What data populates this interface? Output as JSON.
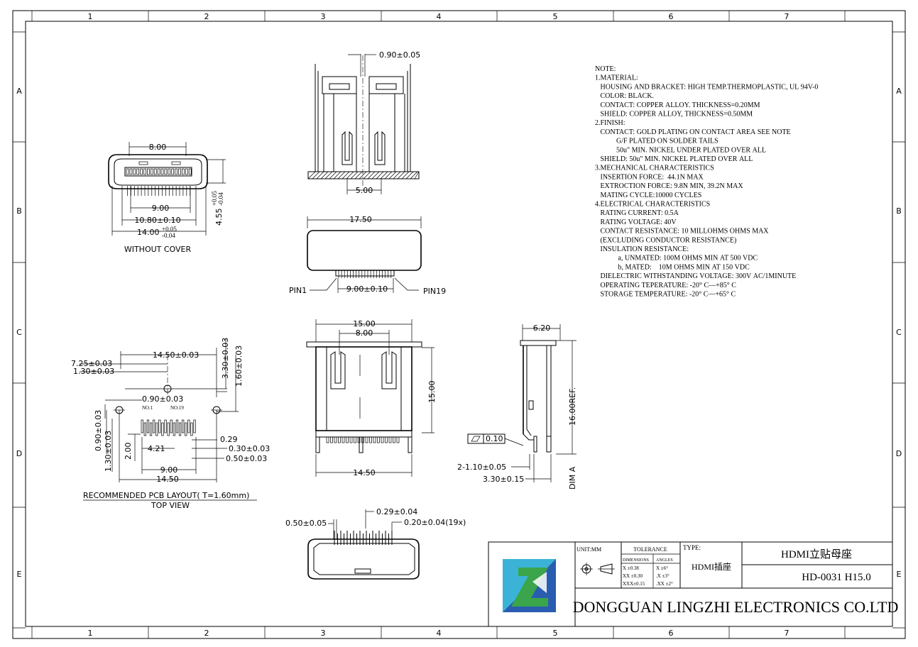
{
  "zones": {
    "cols": [
      "1",
      "2",
      "3",
      "4",
      "5",
      "6",
      "7"
    ],
    "rows": [
      "A",
      "B",
      "C",
      "D",
      "E"
    ]
  },
  "views": {
    "top_view": {
      "dims": [
        "8.00",
        "9.00",
        "10.80±0.10",
        "14.00",
        "+0.05",
        "-0.04",
        "4.55",
        "+0.05",
        "-0.04"
      ],
      "caption": "WITHOUT COVER"
    },
    "side_top": {
      "dims": [
        "0.90±0.05",
        "5.00"
      ]
    },
    "front": {
      "dims": [
        "17.50",
        "9.00±0.10"
      ],
      "pin_left": "PIN1",
      "pin_right": "PIN19"
    },
    "pcb": {
      "dims": [
        "14.50±0.03",
        "7.25±0.03",
        "1.30±0.03",
        "3.30±0.03",
        "1.60±0.03",
        "0.90±0.03",
        "0.90±0.03",
        "1.30±0.03",
        "2.00",
        "4.21",
        "0.29",
        "0.30±0.03",
        "0.50±0.03",
        "9.00",
        "14.50"
      ],
      "no1": "NO.1",
      "no19": "NO.19",
      "caption1": "RECOMMENDED  PCB   LAYOUT(  T=1.60mm)",
      "caption2": "TOP  VIEW"
    },
    "main": {
      "dims": [
        "15.00",
        "8.00",
        "15.00",
        "14.50"
      ]
    },
    "right_side": {
      "dims": [
        "6.20",
        "16.00REF.",
        "DIM  A",
        "2-1.10±0.05",
        "3.30±0.15"
      ],
      "flatness_value": "0.10"
    },
    "bottom": {
      "dims": [
        "0.29±0.04",
        "0.50±0.05",
        "0.20±0.04(19x)"
      ]
    }
  },
  "notes": [
    "NOTE:",
    "1.MATERIAL:",
    "   HOUSING AND BRACKET: HIGH TEMP.THERMOPLASTIC, UL 94V-0",
    "   COLOR: BLACK.",
    "   CONTACT: COPPER ALLOY. THICKNESS=0.20MM",
    "   SHIELD: COPPER ALLOY, THICKNESS=0.50MM",
    "2.FINISH:",
    "   CONTACT: GOLD PLATING ON CONTACT AREA SEE NOTE",
    "            G/F PLATED ON SOLDER TAILS",
    "            50u\" MIN. NICKEL UNDER PLATED OVER ALL",
    "   SHIELD: 50u\" MIN. NICKEL PLATED OVER ALL",
    "3.MECHANICAL CHARACTERISTICS",
    "   INSERTION FORCE:  44.1N MAX",
    "   EXTROCTION FORCE: 9.8N MIN, 39.2N MAX",
    "   MATING CYCLE:10000 CYCLES",
    "4.ELECTRICAL CHARACTERISTICS",
    "   RATING CURRENT: 0.5A",
    "   RATING VOLTAGE: 40V",
    "   CONTACT RESISTANCE: 10 MILLOHMS OHMS MAX",
    "   (EXCLUDING CONDUCTOR RESISTANCE)",
    "   INSULATION RESISTANCE:",
    "             a, UNMATED: 100M OHMS MIN AT 500 VDC",
    "             b, MATED:    10M OHMS MIN AT 150 VDC",
    "   DIELECTRIC WITHSTANDING VOLTAGE: 300V AC/1MINUTE",
    "   OPERATING TEPERATURE: -20° C—+85° C",
    "   STORAGE TEMPERATURE: -20° C—+65° C"
  ],
  "title_block": {
    "unit": "UNIT:MM",
    "tolerance_label": "TOLERANCE",
    "dimensions_label": "DIMENSIONS",
    "angles_label": "ANGLES",
    "tol_rows": [
      {
        "dim": "X  ±0.38",
        "ang": "X  ±6°"
      },
      {
        "dim": "XX ±0.30",
        "ang": ".X  ±3°"
      },
      {
        "dim": "XXX±0.15",
        "ang": ".XX ±2°"
      }
    ],
    "type_label": "TYPE:",
    "type_value": "HDMI插座",
    "product_name": "HDMI立贴母座",
    "part_number": "HD-0031 H15.0",
    "company": "DONGGUAN LINGZHI ELECTRONICS CO.LTD",
    "logo_colors": {
      "green": "#3aa54a",
      "blue": "#2a5db0",
      "cyan": "#3bb3d6"
    }
  }
}
